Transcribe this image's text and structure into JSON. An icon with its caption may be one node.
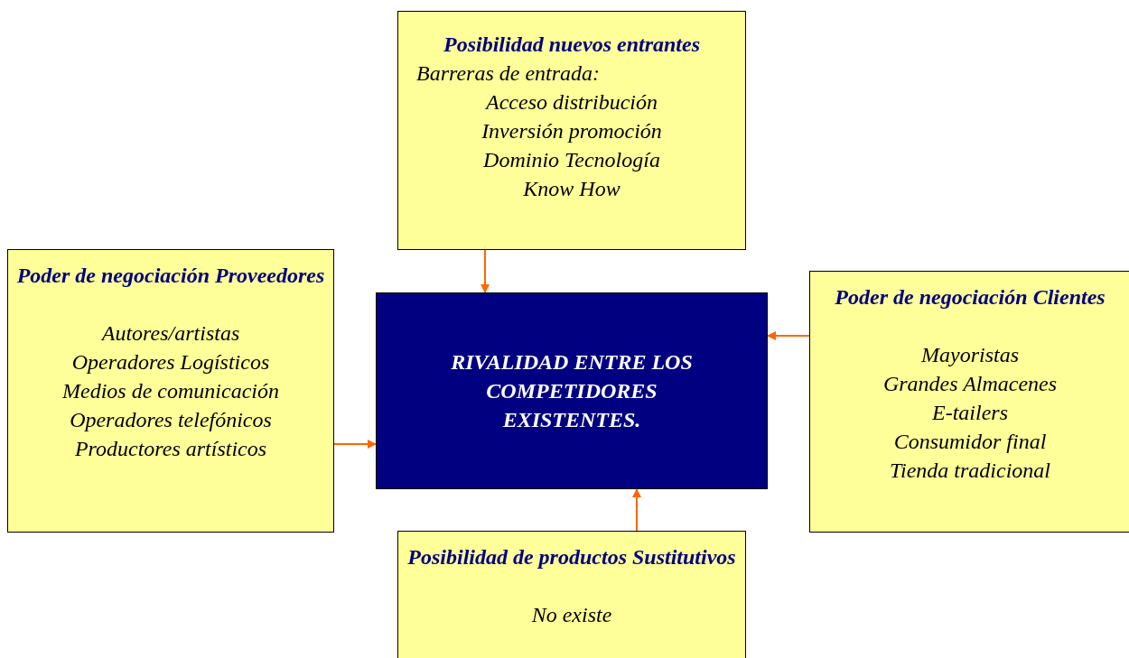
{
  "diagram": {
    "nodes": [
      {
        "text": [
          "Posibilidad nuevos entrantes",
          "Barreras de entrada:",
          "Acceso distribución",
          "Inversión promoción",
          "Dominio Tecnología",
          "Know How"
        ]
      },
      {
        "text": [
          "Poder de negociación Proveedores",
          "Autores/artistas",
          "Operadores Logísticos",
          "Medios de comunicación",
          "Operadores telefónicos",
          "Productores artísticos"
        ]
      },
      {
        "text": [
          "RIVALIDAD ENTRE LOS COMPETIDORES EXISTENTES."
        ]
      },
      {
        "text": [
          "Poder de negociación Clientes",
          "Mayoristas",
          "Grandes Almacenes",
          "E-tailers",
          "Consumidor final",
          "Tienda tradicional"
        ]
      },
      {
        "text": [
          "Posibilidad de productos Sustitutivos",
          "No existe"
        ]
      }
    ],
    "edges": [
      {
        "from": 0,
        "to": 2,
        "arrow": "to",
        "color": "#ff6600"
      },
      {
        "from": 1,
        "to": 2,
        "arrow": "to",
        "color": "#ff6600"
      },
      {
        "from": 3,
        "to": 2,
        "arrow": "to",
        "color": "#ff6600"
      },
      {
        "from": 4,
        "to": 2,
        "arrow": "to",
        "color": "#ff6600"
      }
    ]
  }
}
